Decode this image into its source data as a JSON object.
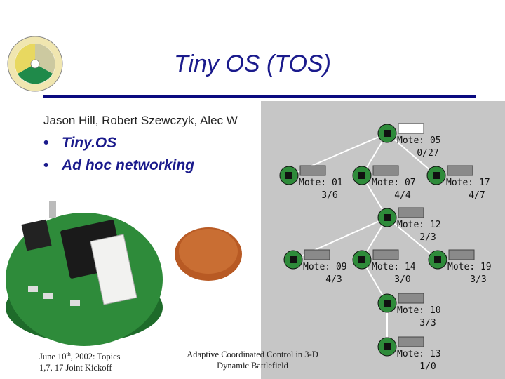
{
  "slide": {
    "title": "Tiny OS (TOS)",
    "authors": "Jason Hill, Robert Szewczyk, Alec W",
    "bullets": [
      {
        "text": "Tiny.OS"
      },
      {
        "text": "Ad hoc networking"
      }
    ],
    "footer_left": {
      "line1_pre": "June 10",
      "line1_sup": "th",
      "line1_post": ", 2002: Topics",
      "line2": "1,7, 17 Joint Kickoff"
    },
    "footer_center": {
      "line1": "Adaptive Coordinated Control in 3-D",
      "line2": "Dynamic Battlefield"
    }
  },
  "network": {
    "motes": [
      {
        "name": "Mote: 05",
        "count": "0/27"
      },
      {
        "name": "Mote: 01",
        "count": "3/6"
      },
      {
        "name": "Mote: 07",
        "count": "4/4"
      },
      {
        "name": "Mote: 17",
        "count": "4/7"
      },
      {
        "name": "Mote: 12",
        "count": "2/3"
      },
      {
        "name": "Mote: 09",
        "count": "4/3"
      },
      {
        "name": "Mote: 14",
        "count": "3/0"
      },
      {
        "name": "Mote: 19",
        "count": "3/3"
      },
      {
        "name": "Mote: 10",
        "count": "3/3"
      },
      {
        "name": "Mote: 13",
        "count": "1/0"
      }
    ]
  },
  "colors": {
    "title": "#1a1a8c",
    "rule": "#0a0a80",
    "panel": "#c6c6c6",
    "pcb": "#2e8b3a"
  }
}
